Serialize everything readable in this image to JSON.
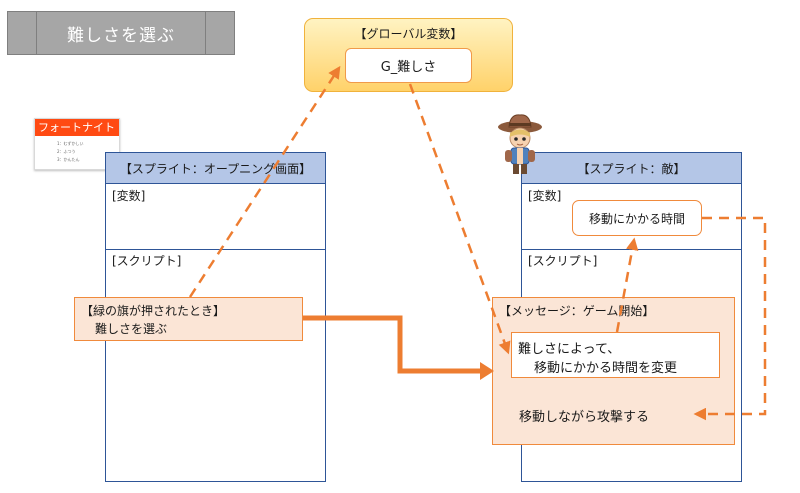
{
  "title_process": "難しさを選ぶ",
  "global_variable": {
    "header": "【グローバル変数】",
    "name": "G_難しさ"
  },
  "mini_screen": {
    "title": "フォートナイト",
    "options": [
      "1：むずかしい",
      "2：ふつう",
      "3：かんたん"
    ]
  },
  "sprite_left": {
    "header": "【スプライト：オープニング画面】",
    "variables_label": "[変数]",
    "script_label": "[スクリプト]",
    "event_line1": "【緑の旗が押されたとき】",
    "event_line2": "難しさを選ぶ"
  },
  "sprite_right": {
    "header": "【スプライト：敵】",
    "variables_label": "[変数]",
    "variable_name": "移動にかかる時間",
    "script_label": "[スクリプト]",
    "event_header": "【メッセージ：ゲーム開始】",
    "step1_line1": "難しさによって、",
    "step1_line2": "移動にかかる時間を変更",
    "step2": "移動しながら攻撃する"
  },
  "colors": {
    "arrow_orange": "#ed7d31",
    "panel_border": "#2e5597",
    "panel_header": "#b4c6e7",
    "event_fill": "#fbe5d6"
  }
}
